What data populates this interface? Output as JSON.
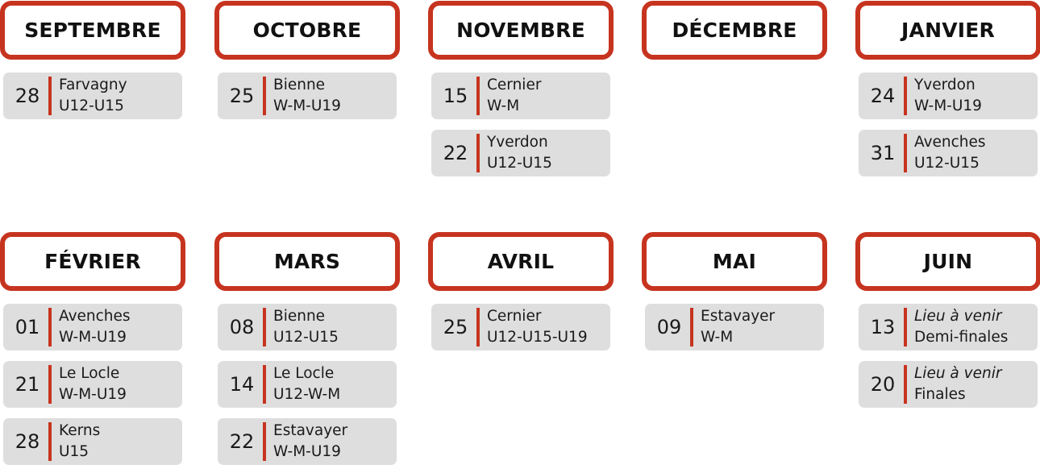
{
  "rows": [
    [
      {
        "month": "SEPTEMBRE",
        "events": [
          {
            "day": "28",
            "place": "Farvagny",
            "category": "U12-U15"
          }
        ]
      },
      {
        "month": "OCTOBRE",
        "events": [
          {
            "day": "25",
            "place": "Bienne",
            "category": "W-M-U19"
          }
        ]
      },
      {
        "month": "NOVEMBRE",
        "events": [
          {
            "day": "15",
            "place": "Cernier",
            "category": "W-M"
          },
          {
            "day": "22",
            "place": "Yverdon",
            "category": "U12-U15"
          }
        ]
      },
      {
        "month": "DÉCEMBRE",
        "events": []
      },
      {
        "month": "JANVIER",
        "events": [
          {
            "day": "24",
            "place": "Yverdon",
            "category": "W-M-U19"
          },
          {
            "day": "31",
            "place": "Avenches",
            "category": "U12-U15"
          }
        ]
      }
    ],
    [
      {
        "month": "FÉVRIER",
        "events": [
          {
            "day": "01",
            "place": "Avenches",
            "category": "W-M-U19"
          },
          {
            "day": "21",
            "place": "Le Locle",
            "category": "W-M-U19"
          },
          {
            "day": "28",
            "place": "Kerns",
            "category": "U15"
          }
        ]
      },
      {
        "month": "MARS",
        "events": [
          {
            "day": "08",
            "place": "Bienne",
            "category": "U12-U15"
          },
          {
            "day": "14",
            "place": "Le Locle",
            "category": "U12-W-M"
          },
          {
            "day": "22",
            "place": "Estavayer",
            "category": "W-M-U19"
          }
        ]
      },
      {
        "month": "AVRIL",
        "events": [
          {
            "day": "25",
            "place": "Cernier",
            "category": "U12-U15-U19"
          }
        ]
      },
      {
        "month": "MAI",
        "events": [
          {
            "day": "09",
            "place": "Estavayer",
            "category": "W-M"
          }
        ]
      },
      {
        "month": "JUIN",
        "events": [
          {
            "day": "13",
            "place": "Lieu à venir",
            "place_italic": true,
            "category": "Demi-finales"
          },
          {
            "day": "20",
            "place": "Lieu à venir",
            "place_italic": true,
            "category": "Finales"
          }
        ]
      }
    ]
  ],
  "colors": {
    "accent": "#c6341f",
    "card": "#dedede",
    "text": "#111111"
  }
}
